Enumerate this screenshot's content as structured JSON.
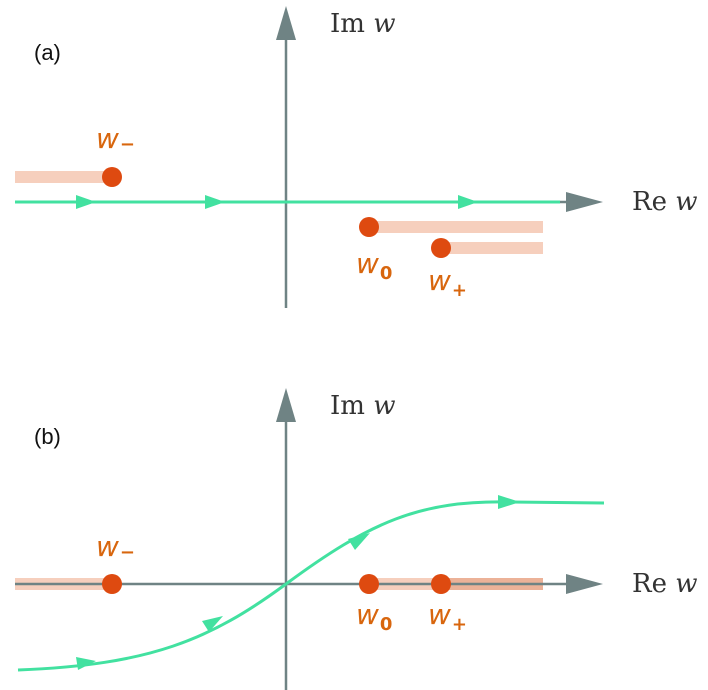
{
  "panels": [
    {
      "label": "(a)",
      "im_axis": {
        "prefix": "Im ",
        "var": "w"
      },
      "re_axis": {
        "prefix": "Re ",
        "var": "w"
      },
      "points": [
        {
          "base": "w",
          "sub": "−"
        },
        {
          "base": "w",
          "sub": "0"
        },
        {
          "base": "w",
          "sub": "+"
        }
      ]
    },
    {
      "label": "(b)",
      "im_axis": {
        "prefix": "Im ",
        "var": "w"
      },
      "re_axis": {
        "prefix": "Re ",
        "var": "w"
      },
      "points": [
        {
          "base": "w",
          "sub": "−"
        },
        {
          "base": "w",
          "sub": "0"
        },
        {
          "base": "w",
          "sub": "+"
        }
      ]
    }
  ],
  "colors": {
    "axis": "#6f8384",
    "contour": "#42e1a0",
    "branch_point": "#de4a10",
    "branch_cut": "#f6cfbd",
    "point_label": "#d8660e"
  }
}
